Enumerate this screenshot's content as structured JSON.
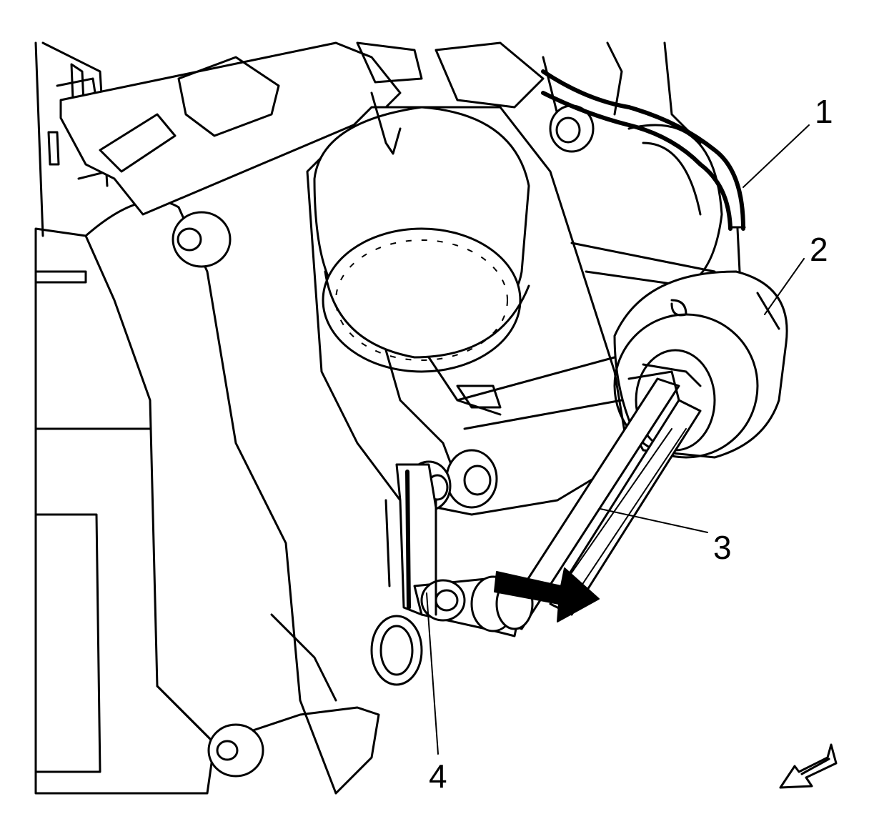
{
  "callouts": [
    {
      "label": "1"
    },
    {
      "label": "2"
    },
    {
      "label": "3"
    },
    {
      "label": "4"
    }
  ],
  "icons": {
    "direction_arrow": "bold-arrow-right-icon",
    "orientation_arrow": "front-view-arrow-icon"
  }
}
